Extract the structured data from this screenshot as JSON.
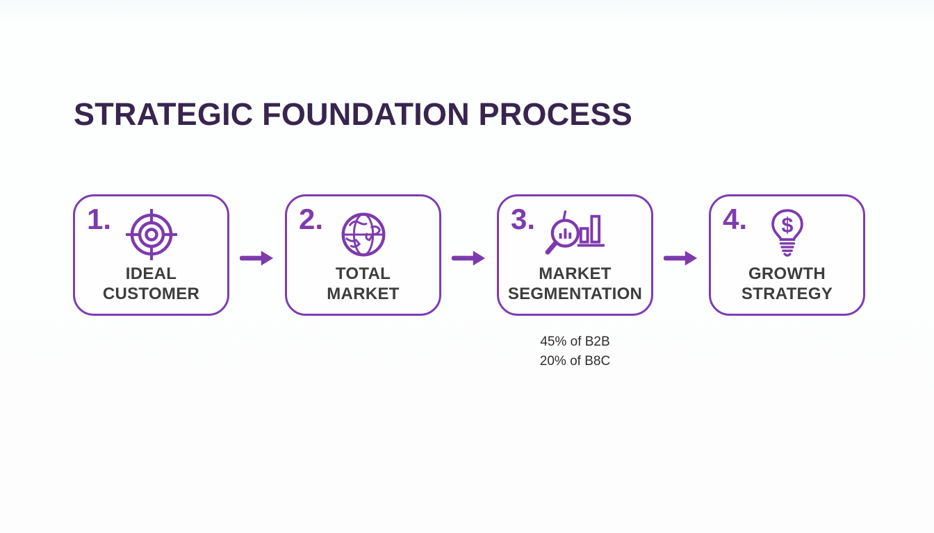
{
  "title": "STRATEGIC FOUNDATION PROCESS",
  "steps": [
    {
      "number": "1.",
      "label": "IDEAL CUSTOMER",
      "label_lines": [
        "IDEAL",
        "CUSTOMER"
      ],
      "icon": "target-icon"
    },
    {
      "number": "2.",
      "label": "TOTAL MARKET",
      "label_lines": [
        "TOTAL",
        "MARKET"
      ],
      "icon": "globe-icon"
    },
    {
      "number": "3.",
      "label": "MARKET SEGMENTATION",
      "label_lines": [
        "MARKET",
        "SEGMENTATION"
      ],
      "icon": "market-analysis-icon",
      "notes": [
        "45% of B2B",
        "20% of B8C"
      ]
    },
    {
      "number": "4.",
      "label": "GROWTH STRATEGY",
      "label_lines": [
        "GROWTH",
        "STRATEGY"
      ],
      "icon": "lightbulb-dollar-icon"
    }
  ],
  "icons": {
    "dollar_symbol": "$"
  },
  "colors": {
    "title": "#38254f",
    "accent": "#7d3aae",
    "border": "#7e3cb2",
    "number": "#7f3bad",
    "label": "#3d3d3d",
    "note": "#2d2d2d"
  }
}
